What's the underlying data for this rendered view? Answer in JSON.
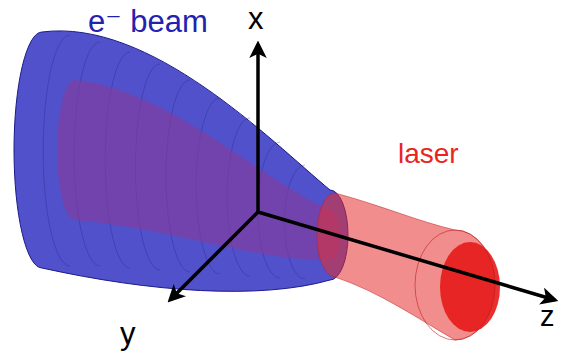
{
  "diagram": {
    "labels": [
      "e⁻ beam",
      "x",
      "laser",
      "z",
      "y"
    ]
  }
}
